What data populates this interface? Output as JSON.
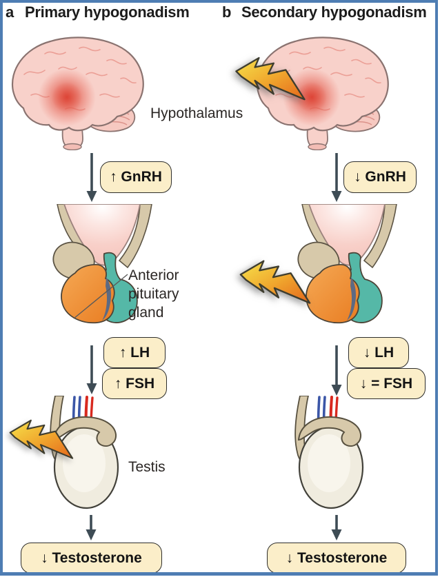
{
  "figure": {
    "description": "Two-panel hormonal pathway diagram comparing primary and secondary hypogonadism",
    "border_color": "#4e7db3",
    "background": "#ffffff"
  },
  "panels": [
    {
      "letter": "a",
      "title": "Primary hypogonadism",
      "badges": {
        "gnrh": "↑ GnRH",
        "lh": "↑ LH",
        "fsh": "↑ FSH",
        "testosterone": "↓ Testosterone"
      },
      "lightning_target": "testis"
    },
    {
      "letter": "b",
      "title": "Secondary hypogonadism",
      "badges": {
        "gnrh": "↓ GnRH",
        "lh": "↓ LH",
        "fsh": "↓ = FSH",
        "testosterone": "↓ Testosterone"
      },
      "lightning_target": "hypothalamus and anterior pituitary gland"
    }
  ],
  "labels": {
    "hypothalamus": "Hypothalamus",
    "anterior_pituitary": "Anterior pituitary gland",
    "testis": "Testis"
  },
  "colors": {
    "badge_fill": "#fbeec9",
    "badge_border": "#2d2d2b",
    "arrow": "#3e4c55",
    "brain_pink": "#f8d0c9",
    "hypothalamus_spot_red": "#dd4a3e",
    "anterior_pituitary_orange": "#ef8c35",
    "posterior_pituitary_teal": "#55b8a7",
    "bone_beige": "#d7c9aa",
    "testis_cream": "#f0ecdf",
    "vessel_blue": "#3b56a7",
    "vessel_red": "#d8291f",
    "lightning_yellow": "#f6e24b",
    "lightning_orange": "#e4671c",
    "frame_blue": "#4e7db3"
  }
}
